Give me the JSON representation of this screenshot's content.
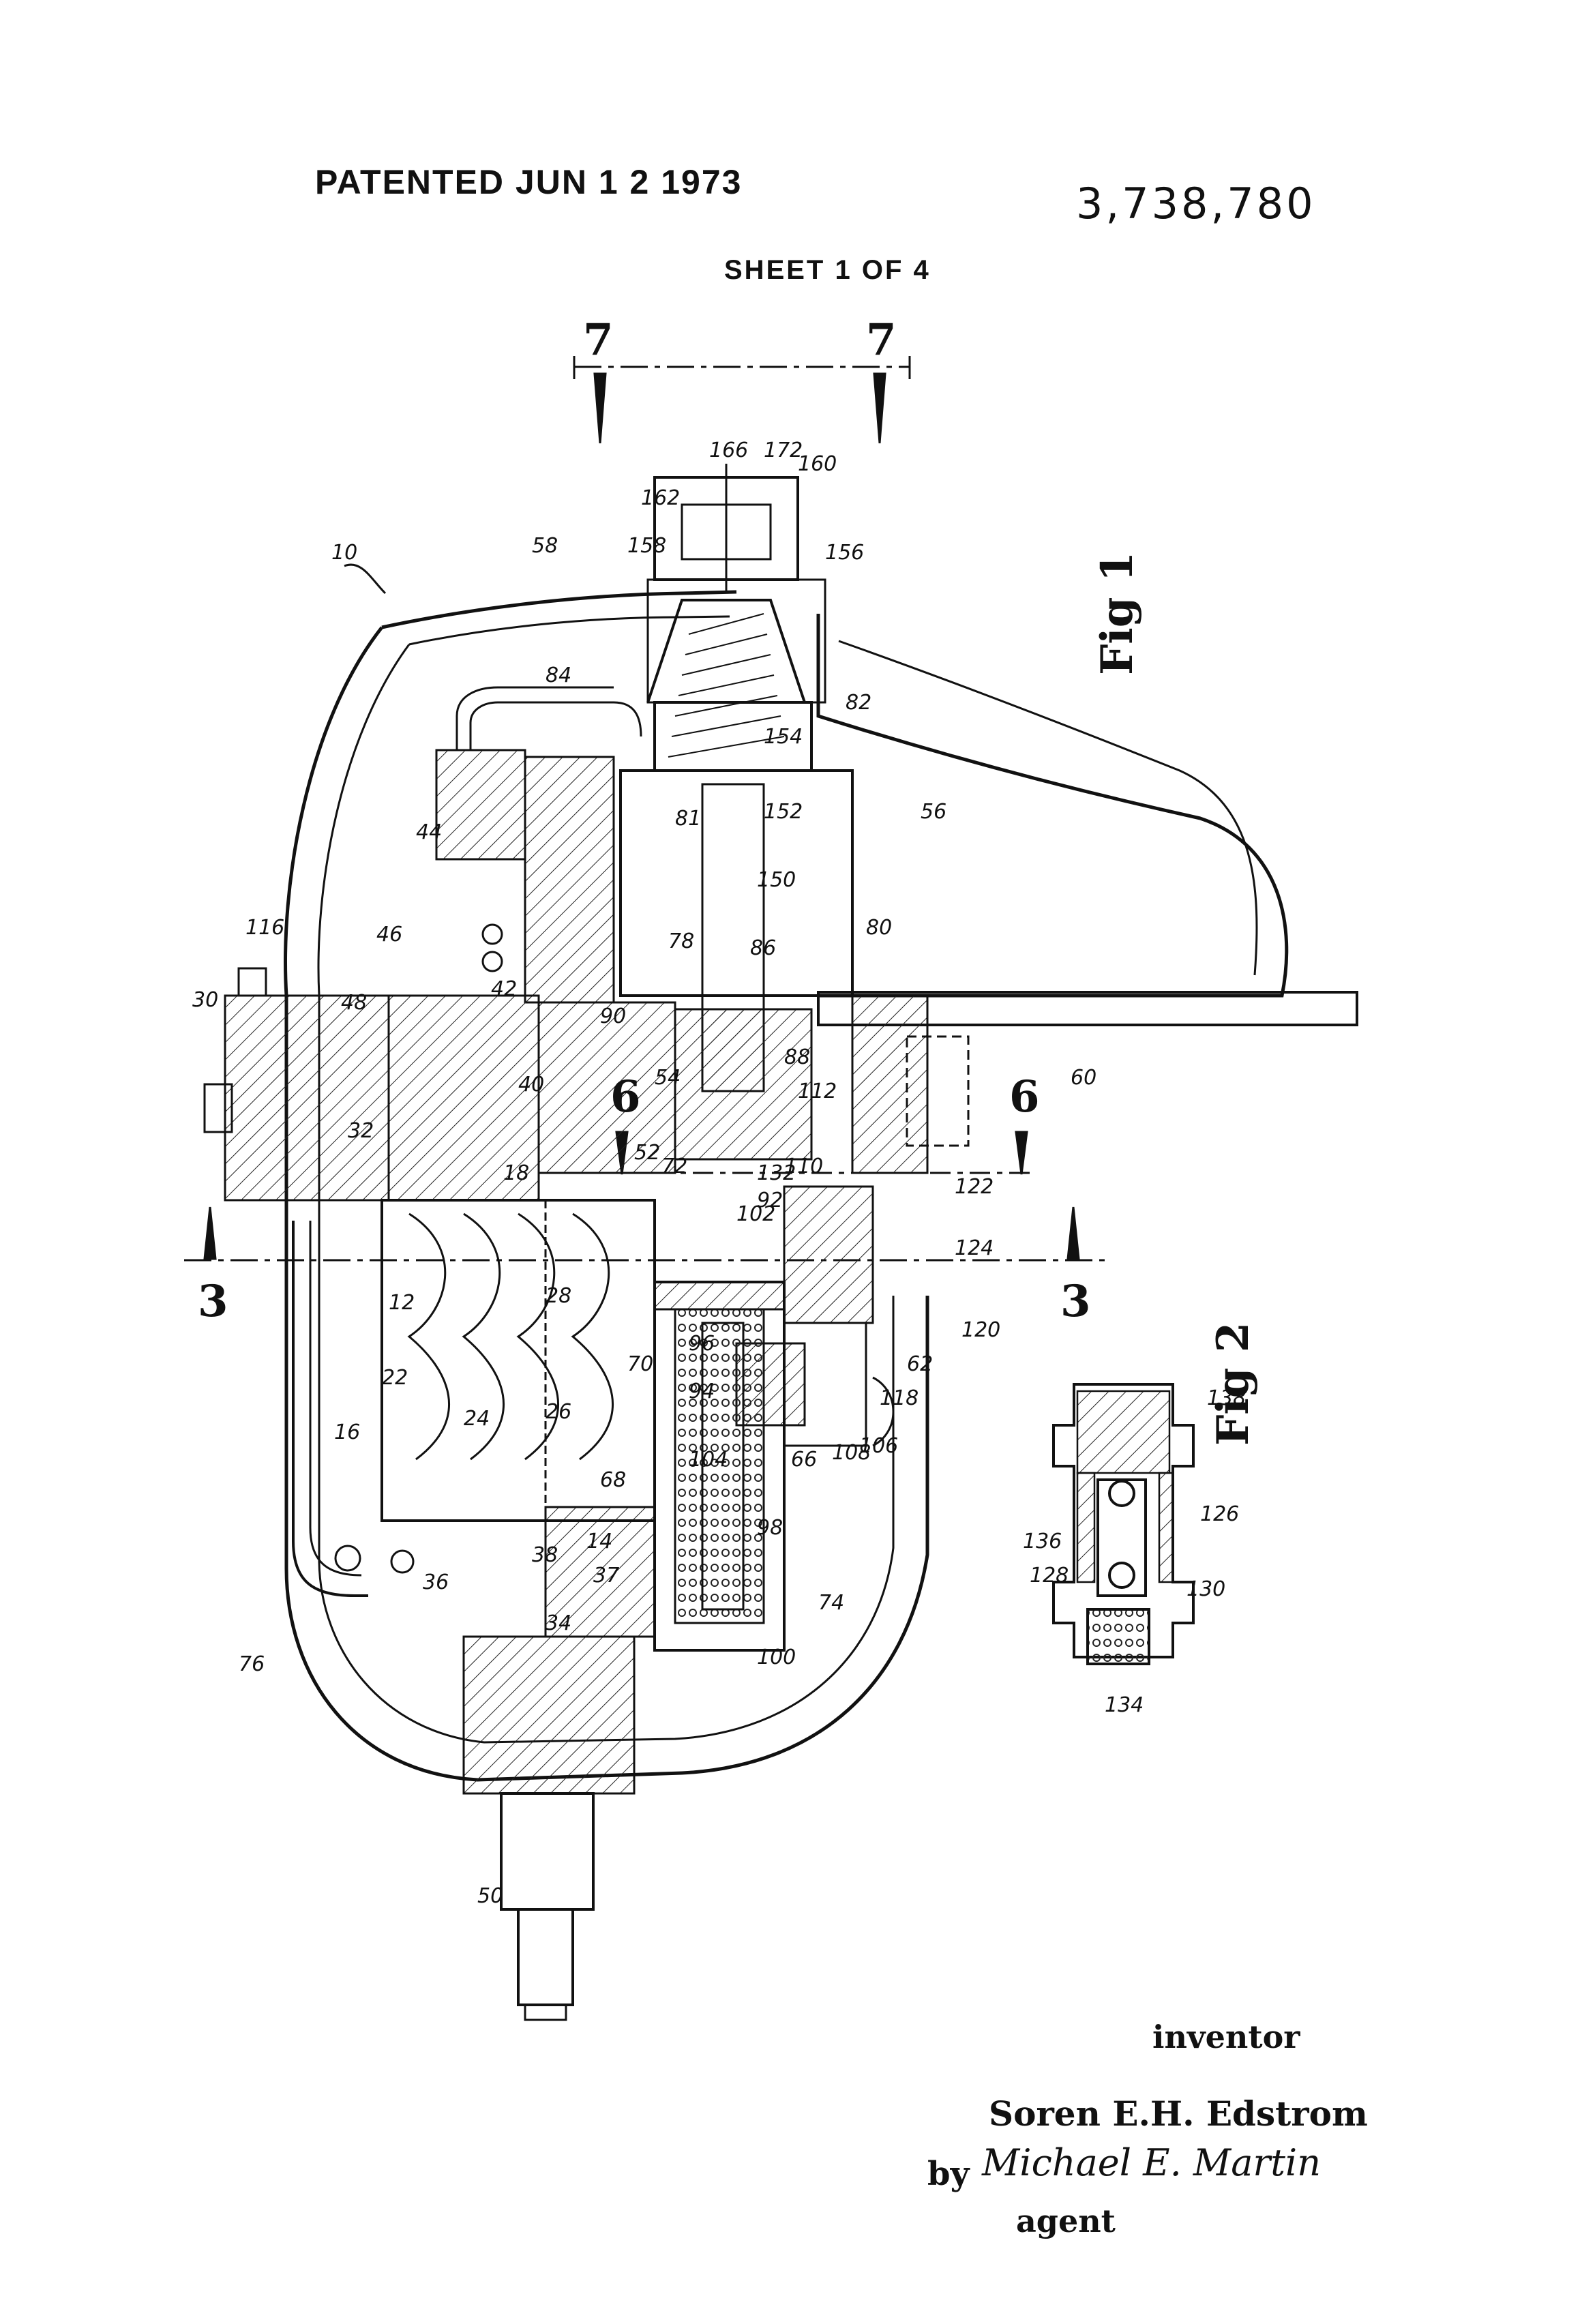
{
  "header": {
    "stamp": "PATENTED JUN 1 2 1973",
    "patent_number": "3,738,780",
    "sheet": "SHEET 1 OF 4"
  },
  "figures": {
    "fig1": "Fig 1",
    "fig2": "Fig 2"
  },
  "section_marks": {
    "top_left": "7",
    "top_right": "7",
    "left": "3",
    "right": "3",
    "six_top": "6",
    "six_bottom": "6"
  },
  "reference_numerals": [
    "10",
    "58",
    "84",
    "44",
    "46",
    "42",
    "48",
    "116",
    "30",
    "32",
    "40",
    "18",
    "54",
    "52",
    "72",
    "112",
    "110",
    "88",
    "90",
    "78",
    "81",
    "86",
    "150",
    "152",
    "154",
    "82",
    "80",
    "56",
    "60",
    "122",
    "124",
    "120",
    "62",
    "118",
    "106",
    "108",
    "66",
    "96",
    "94",
    "104",
    "98",
    "100",
    "74",
    "70",
    "68",
    "26",
    "28",
    "24",
    "22",
    "12",
    "16",
    "14",
    "37",
    "34",
    "38",
    "36",
    "76",
    "50",
    "102",
    "92",
    "132",
    "158",
    "162",
    "166",
    "172",
    "160",
    "156",
    "138",
    "126",
    "136",
    "128",
    "130",
    "134"
  ],
  "signature_block": {
    "inventor_label": "inventor",
    "inventor_name": "Soren E.H. Edstrom",
    "by_label": "by",
    "agent_signature": "Michael E. Martin",
    "agent_label": "agent"
  }
}
